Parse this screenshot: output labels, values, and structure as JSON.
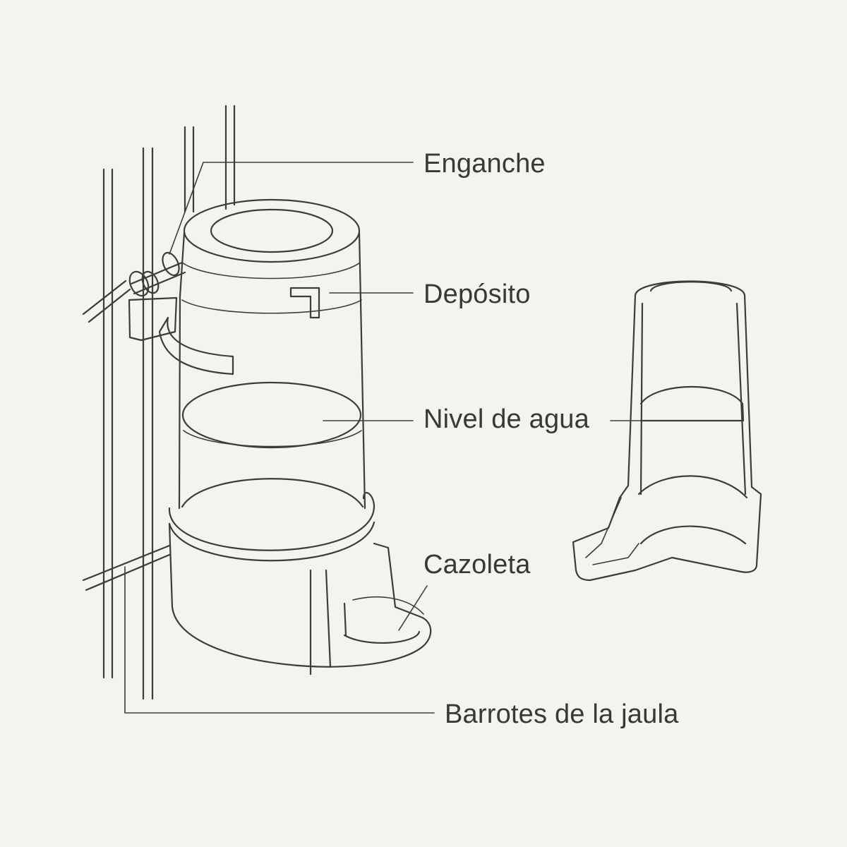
{
  "colors": {
    "background": "#f4f3ee",
    "line": "#3c3c3c",
    "text": "#383838"
  },
  "labels": {
    "hook": "Enganche",
    "reservoir": "Depósito",
    "water_level": "Nivel de agua",
    "cup": "Cazoleta",
    "cage_bars": "Barrotes de la jaula"
  }
}
